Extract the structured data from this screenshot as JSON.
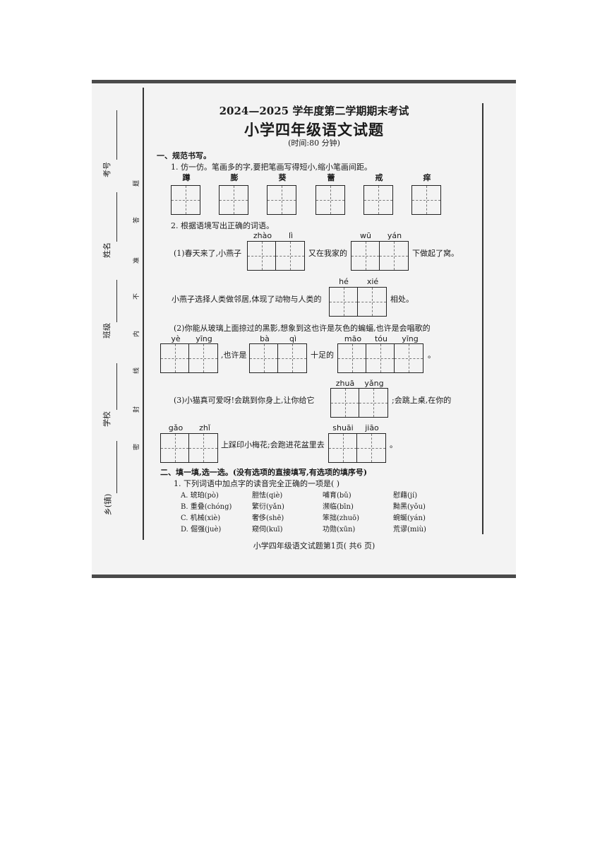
{
  "header": {
    "line1": "2024—2025 学年度第二学期期末考试",
    "line2": "小学四年级语文试题",
    "line3": "(时间:80 分钟)"
  },
  "sidebar": {
    "labels": [
      "考号",
      "姓名",
      "班级",
      "学校",
      "乡(镇)"
    ],
    "seal": [
      "题",
      "答",
      "准",
      "不",
      "内",
      "线",
      "封",
      "密"
    ]
  },
  "section1": {
    "heading": "一、规范书写。",
    "q1": "1. 仿一仿。笔画多的字,要把笔画写得短小,缩小笔画间距。",
    "chars": [
      "蹲",
      "膨",
      "葵",
      "蕾",
      "戒",
      "痒"
    ],
    "q2": "2. 根据语境写出正确的词语。",
    "s1_pre": "(1)春天来了,小燕子",
    "s1_mid": "又在我家的",
    "s1_post": "下做起了窝。",
    "py_zhaoli": [
      "zhào",
      "lì"
    ],
    "py_wuyan": [
      "wū",
      "yán"
    ],
    "s2_pre": "小燕子选择人类做邻居,体现了动物与人类的",
    "s2_post": "相处。",
    "py_hexie": [
      "hé",
      "xié"
    ],
    "s3_line": "(2)你能从玻璃上面掠过的黑影,想象到这也许是灰色的蝙蝠,也许是会唱歌的",
    "py_yeying": [
      "yè",
      "yīng"
    ],
    "s3_mid1": ",也许是",
    "py_baqi": [
      "bà",
      "qì"
    ],
    "s3_mid2": "十足的",
    "py_maotouying": [
      "māo",
      "tóu",
      "yīng"
    ],
    "s3_end": "。",
    "s4_pre": "(3)小猫真可爱呀!会跳到你身上,让你给它",
    "py_zhuayang": [
      "zhuā",
      "yǎng"
    ],
    "s4_post": ";会跳上桌,在你的",
    "py_gaozhi": [
      "gǎo",
      "zhǐ"
    ],
    "s5_mid": "上踩印小梅花;会跑进花盆里去",
    "py_shuaijiao": [
      "shuāi",
      "jiāo"
    ],
    "s5_end": "。"
  },
  "section2": {
    "heading": "二、填一填,选一选。(没有选项的直接填写,有选项的填序号)",
    "q1": "1. 下列词语中加点字的读音完全正确的一项是(      )",
    "options": [
      [
        "A. 琥珀(pò)",
        "胆怯(qiè)",
        "哺育(bǔ)",
        "慰藉(jí)"
      ],
      [
        "B. 重叠(chóng)",
        "繁衍(yǎn)",
        "濒临(bīn)",
        "黝黑(yǒu)"
      ],
      [
        "C. 机械(xiè)",
        "奢侈(shē)",
        "笨拙(zhuō)",
        "蜿蜒(yán)"
      ],
      [
        "D. 倔强(juè)",
        "窥伺(kuī)",
        "功勋(xūn)",
        "荒谬(miù)"
      ]
    ]
  },
  "footer": "小学四年级语文试题第1页( 共6 页)"
}
